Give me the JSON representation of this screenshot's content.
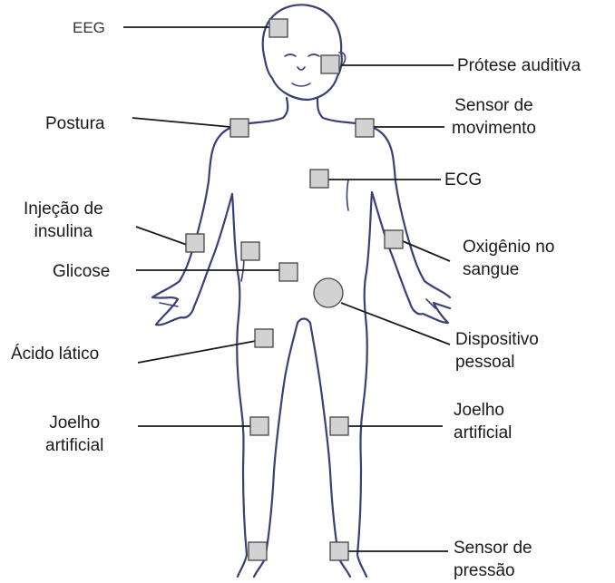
{
  "labels": {
    "eeg": "EEG",
    "protese": "Prótese auditiva",
    "postura": "Postura",
    "sensor_mov_1": "Sensor de",
    "sensor_mov_2": "movimento",
    "ecg": "ECG",
    "injecao_1": "Injeção de",
    "injecao_2": "insulina",
    "oxigenio_1": "Oxigênio no",
    "oxigenio_2": "sangue",
    "glicose": "Glicose",
    "dispositivo_1": "Dispositivo",
    "dispositivo_2": "pessoal",
    "acido": "Ácido lático",
    "joelho_l_1": "Joelho",
    "joelho_l_2": "artificial",
    "joelho_r_1": "Joelho",
    "joelho_r_2": "artificial",
    "pressao_1": "Sensor de",
    "pressao_2": "pressão"
  }
}
